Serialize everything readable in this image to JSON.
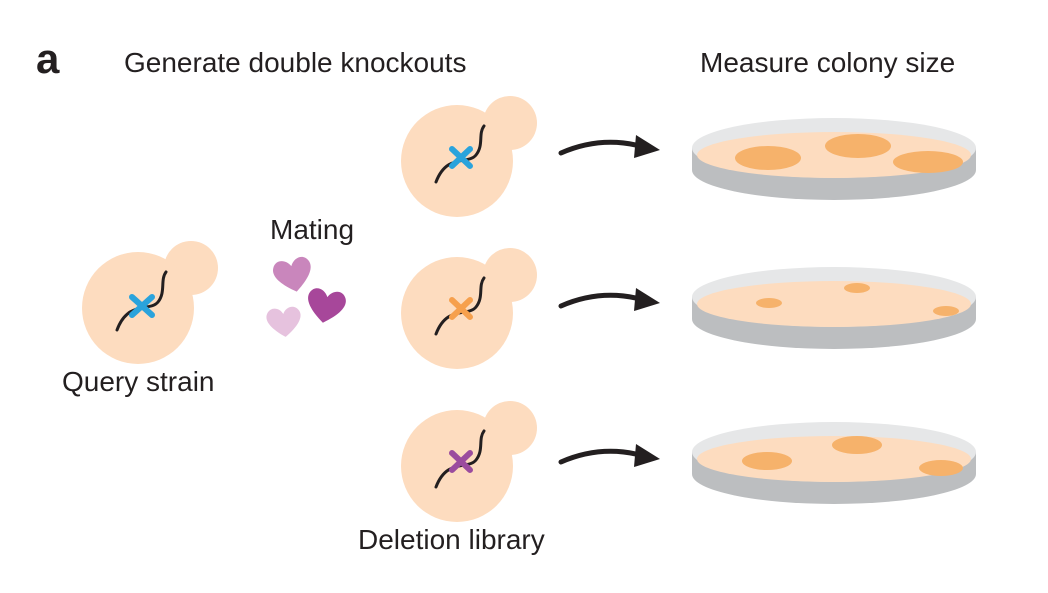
{
  "panel_label": "a",
  "headings": {
    "left": "Generate double knockouts",
    "right": "Measure colony size"
  },
  "labels": {
    "mating": "Mating",
    "query": "Query strain",
    "library": "Deletion library"
  },
  "colors": {
    "cell": "#fddcbf",
    "plate_agar": "#fddcbf",
    "plate_rim_top": "#e6e7e8",
    "plate_side": "#bcbec0",
    "colony": "#f6b26b",
    "chromosome": "#231f20",
    "arrow": "#231f20",
    "mark_query": "#2aa3dc",
    "mark_blue": "#2aa3dc",
    "mark_orange": "#f6a04d",
    "mark_purple": "#9b4c9e",
    "heart_1": "#c986bc",
    "heart_2": "#a7479a",
    "heart_3": "#e6c2de"
  },
  "icons": [
    "yeast-cell-icon",
    "heart-icon",
    "curved-arrow-icon",
    "petri-dish-icon",
    "deletion-cross-icon"
  ]
}
